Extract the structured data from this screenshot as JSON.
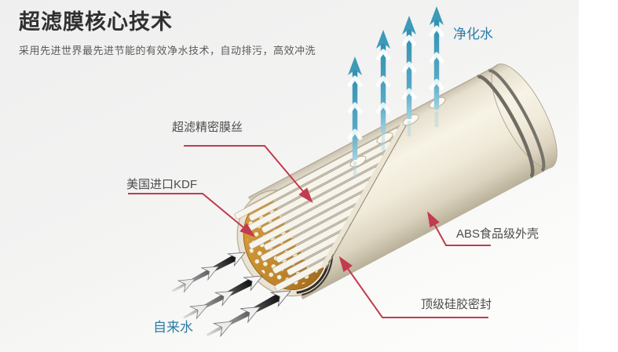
{
  "header": {
    "title": "超滤膜核心技术",
    "subtitle": "采用先进世界最先进节能的有效净水技术，自动排污，高效冲洗"
  },
  "callouts": {
    "membrane_fiber": "超滤精密膜丝",
    "kdf": "美国进口KDF",
    "abs_shell": "ABS食品级外壳",
    "silicone_seal": "顶级硅胶密封"
  },
  "flows": {
    "purified_water": "净化水",
    "tap_water": "自来水"
  },
  "colors": {
    "callout_line_red": "#c23b4e",
    "flow_label_blue": "#2b7ca6",
    "purified_arrow_teal": "#3d9ab9",
    "kdf_media_orange": "#c08030",
    "shell_cream": "#ece5d3",
    "background_gray": "#f2f2f2",
    "title_dark": "#303030"
  }
}
